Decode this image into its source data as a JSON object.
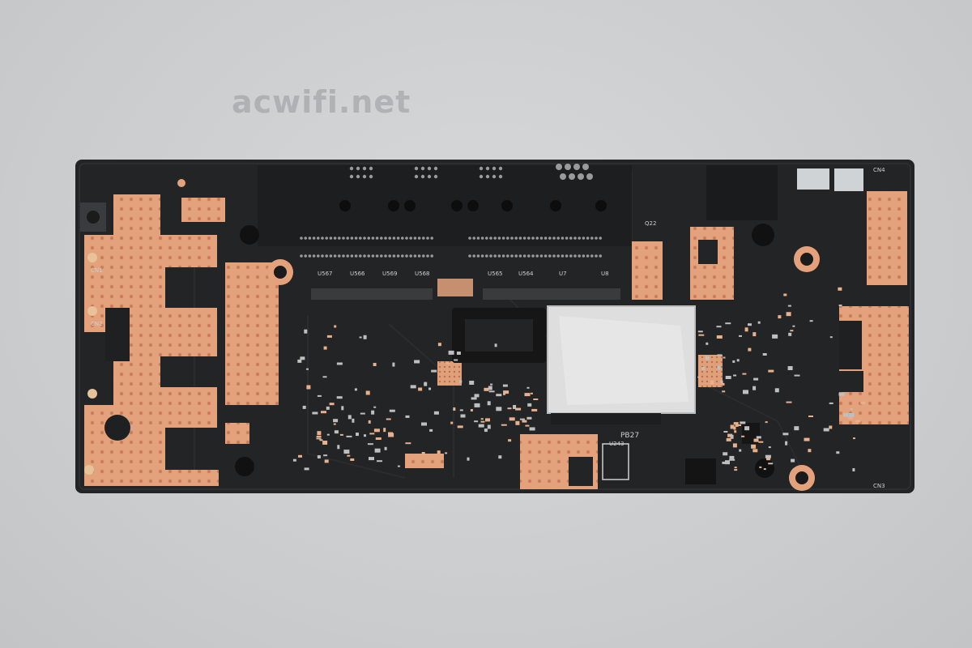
{
  "image": {
    "watermark": "acwifi.net",
    "subject": "pcb-back-side"
  },
  "board_labels": {
    "u567": "U567",
    "u566": "U566",
    "u569": "U569",
    "u568": "U568",
    "u565": "U565",
    "u564": "U564",
    "u7": "U7",
    "u8": "U8",
    "q22": "Q22",
    "pb27": "PB27",
    "u243": "U243",
    "cn1": "CN1",
    "cn2": "CN2",
    "cn3": "CN3",
    "cn4": "CN4"
  },
  "colors": {
    "background": "#cdcfd1",
    "board": "#232426",
    "copper_pad": "#e3a27c",
    "shield_foil": "#dcdcdc",
    "silk": "#cfcfcf"
  }
}
